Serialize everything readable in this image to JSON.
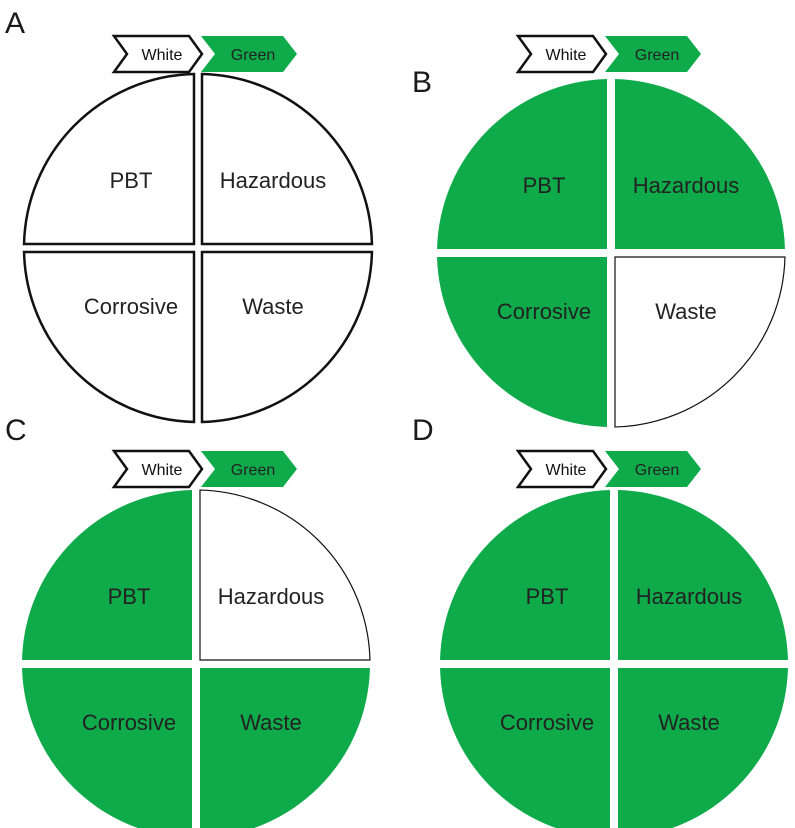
{
  "colors": {
    "green": "#0fab4b",
    "white": "#ffffff",
    "stroke": "#111111",
    "text": "#222222"
  },
  "legend": {
    "white_label": "White",
    "green_label": "Green"
  },
  "panels": [
    {
      "letter": "A",
      "quadrants": [
        {
          "id": "tl",
          "label": "PBT",
          "fill": "White"
        },
        {
          "id": "tr",
          "label": "Hazardous",
          "fill": "White"
        },
        {
          "id": "bl",
          "label": "Corrosive",
          "fill": "White"
        },
        {
          "id": "br",
          "label": "Waste",
          "fill": "White"
        }
      ]
    },
    {
      "letter": "B",
      "quadrants": [
        {
          "id": "tl",
          "label": "PBT",
          "fill": "Green"
        },
        {
          "id": "tr",
          "label": "Hazardous",
          "fill": "Green"
        },
        {
          "id": "bl",
          "label": "Corrosive",
          "fill": "Green"
        },
        {
          "id": "br",
          "label": "Waste",
          "fill": "White"
        }
      ]
    },
    {
      "letter": "C",
      "quadrants": [
        {
          "id": "tl",
          "label": "PBT",
          "fill": "Green"
        },
        {
          "id": "tr",
          "label": "Hazardous",
          "fill": "White"
        },
        {
          "id": "bl",
          "label": "Corrosive",
          "fill": "Green"
        },
        {
          "id": "br",
          "label": "Waste",
          "fill": "Green"
        }
      ]
    },
    {
      "letter": "D",
      "quadrants": [
        {
          "id": "tl",
          "label": "PBT",
          "fill": "Green"
        },
        {
          "id": "tr",
          "label": "Hazardous",
          "fill": "Green"
        },
        {
          "id": "bl",
          "label": "Corrosive",
          "fill": "Green"
        },
        {
          "id": "br",
          "label": "Waste",
          "fill": "Green"
        }
      ]
    }
  ]
}
